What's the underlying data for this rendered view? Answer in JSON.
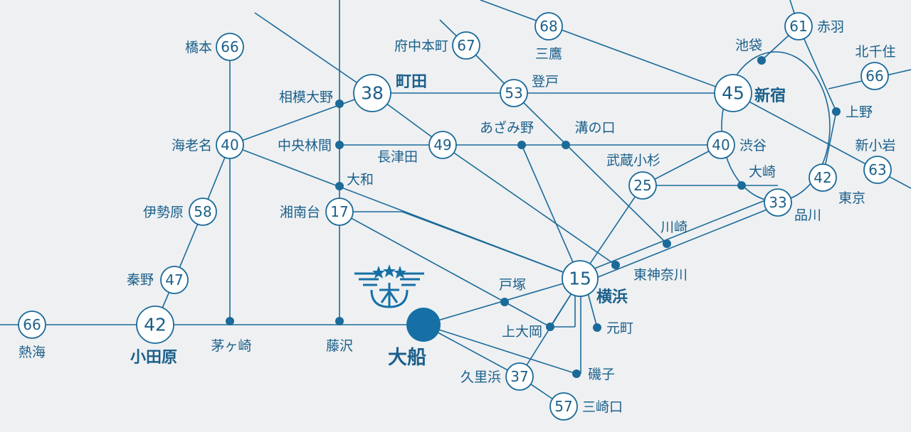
{
  "colors": {
    "background": "#eef0f2",
    "line": "#1b6a99",
    "text": "#1b5f8a",
    "hub": "#1670a6"
  },
  "hub": {
    "name": "大船",
    "icon": "ofuna-emblem-icon"
  },
  "stations": {
    "hashimoto": {
      "name": "橋本",
      "num": "66"
    },
    "ebina": {
      "name": "海老名",
      "num": "40"
    },
    "isehara": {
      "name": "伊勢原",
      "num": "58"
    },
    "hadano": {
      "name": "秦野",
      "num": "47"
    },
    "odawara": {
      "name": "小田原",
      "num": "42"
    },
    "atami": {
      "name": "熱海",
      "num": "66"
    },
    "chigasaki": {
      "name": "茅ヶ崎"
    },
    "fujisawa": {
      "name": "藤沢"
    },
    "sagamiono": {
      "name": "相模大野"
    },
    "chuorinkan": {
      "name": "中央林間"
    },
    "yamato": {
      "name": "大和"
    },
    "shonandai": {
      "name": "湘南台",
      "num": "17"
    },
    "machida": {
      "name": "町田",
      "num": "38"
    },
    "nagatsuta": {
      "name": "長津田",
      "num": "49"
    },
    "fuchuhonmachi": {
      "name": "府中本町",
      "num": "67"
    },
    "noborito": {
      "name": "登戸",
      "num": "53"
    },
    "azamino": {
      "name": "あざみ野"
    },
    "mizonokuchi": {
      "name": "溝の口"
    },
    "mitaka": {
      "name": "三鷹",
      "num": "68"
    },
    "musashikosugi": {
      "name": "武蔵小杉",
      "num": "25"
    },
    "shinjuku": {
      "name": "新宿",
      "num": "45"
    },
    "ikebukuro": {
      "name": "池袋"
    },
    "akabane": {
      "name": "赤羽",
      "num": "61"
    },
    "kitasenju": {
      "name": "北千住",
      "num": "66"
    },
    "ueno": {
      "name": "上野"
    },
    "shinkoiwa": {
      "name": "新小岩",
      "num": "63"
    },
    "tokyo": {
      "name": "東京",
      "num": "42"
    },
    "shibuya": {
      "name": "渋谷",
      "num": "40"
    },
    "osaki": {
      "name": "大崎"
    },
    "shinagawa": {
      "name": "品川",
      "num": "33"
    },
    "kawasaki": {
      "name": "川崎"
    },
    "higashikanagawa": {
      "name": "東神奈川"
    },
    "yokohama": {
      "name": "横浜",
      "num": "15"
    },
    "totsuka": {
      "name": "戸塚"
    },
    "kamiooka": {
      "name": "上大岡"
    },
    "motomachi": {
      "name": "元町"
    },
    "isogo": {
      "name": "磯子"
    },
    "kurihama": {
      "name": "久里浜",
      "num": "37"
    },
    "misakiguchi": {
      "name": "三崎口",
      "num": "57"
    }
  }
}
